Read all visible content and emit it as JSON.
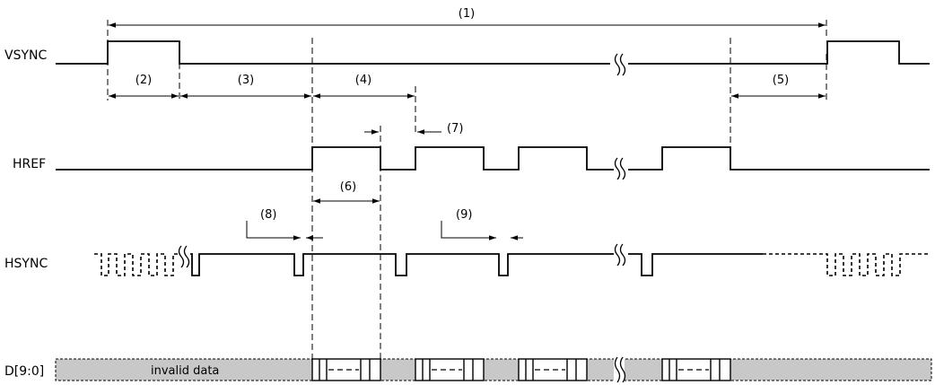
{
  "signals": {
    "vsync": "VSYNC",
    "href": "HREF",
    "hsync": "HSYNC",
    "data": "D[9:0]"
  },
  "annotations": {
    "a1": "(1)",
    "a2": "(2)",
    "a3": "(3)",
    "a4": "(4)",
    "a5": "(5)",
    "a6": "(6)",
    "a7": "(7)",
    "a8": "(8)",
    "a9": "(9)"
  },
  "data_note": "invalid data"
}
